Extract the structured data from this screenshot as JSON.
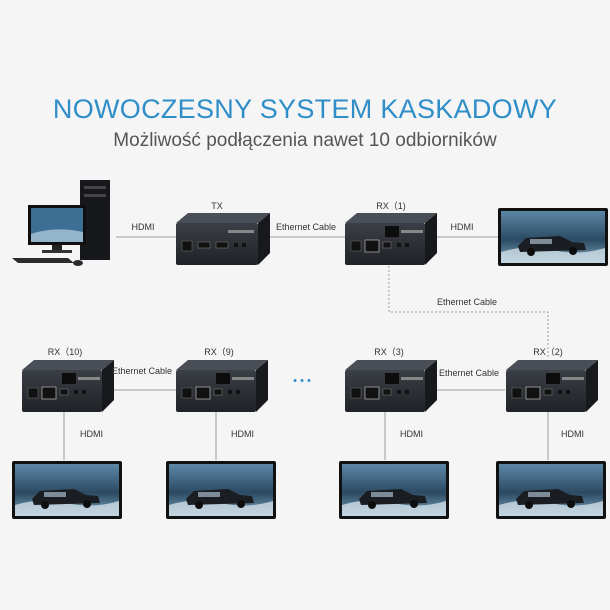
{
  "heading": {
    "title": "NOWOCZESNY SYSTEM KASKADOWY",
    "subtitle": "Możliwość podłączenia nawet 10 odbiorników"
  },
  "labels": {
    "tx": "TX",
    "rx1": "RX（1)",
    "rx2": "RX（2)",
    "rx3": "RX（3)",
    "rx9": "RX（9)",
    "rx10": "RX（10)",
    "hdmi": "HDMI",
    "ethernet": "Ethernet Cable",
    "ellipsis": "• • •"
  },
  "colors": {
    "title": "#2f8ec8",
    "device": "#2a2d33",
    "cable": "#9a9a9a"
  }
}
